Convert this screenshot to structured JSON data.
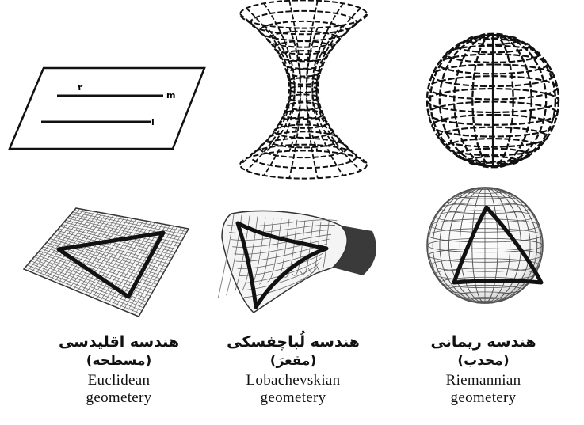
{
  "euclidean": {
    "caption_fa": "هندسه اقلیدسی",
    "caption_fa_sub": "(مسطحه)",
    "caption_en_1": "Euclidean",
    "caption_en_2": "geometery",
    "line_labels": [
      "۲",
      "m",
      "l"
    ]
  },
  "lobachevskian": {
    "caption_fa": "هندسه لُباچفسکی",
    "caption_fa_sub": "(مقعرَ)",
    "caption_en_1": "Lobachevskian",
    "caption_en_2": "geometery"
  },
  "riemannian": {
    "caption_fa": "هندسه ریمانی",
    "caption_fa_sub": "(محدب)",
    "caption_en_1": "Riemannian",
    "caption_en_2": "geometery"
  },
  "colors": {
    "ink": "#111111",
    "grid": "#555555",
    "surface_dark": "#444444"
  }
}
